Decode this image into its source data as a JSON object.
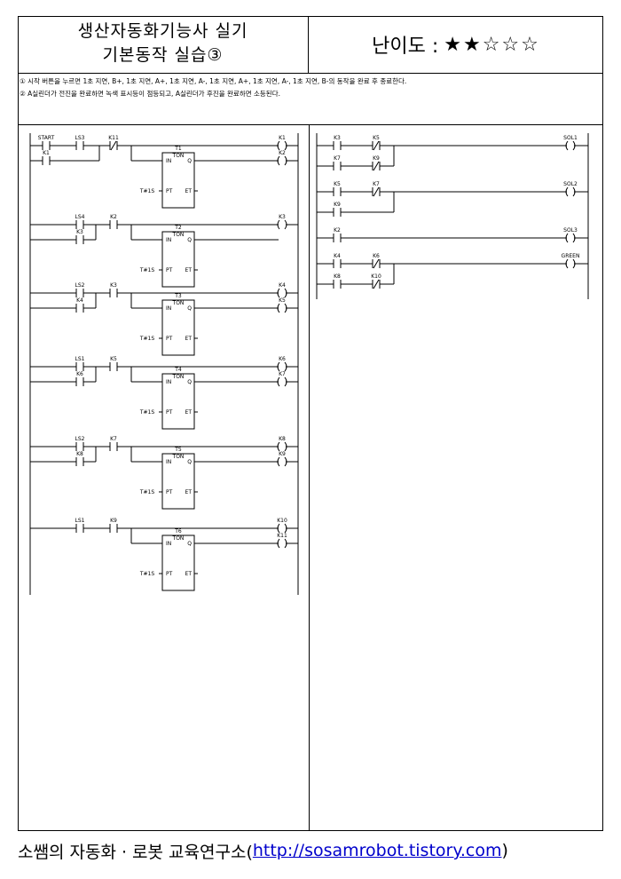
{
  "header": {
    "title_line1": "생산자동화기능사 실기",
    "title_line2": "기본동작 실습③",
    "difficulty_label": "난이도 :",
    "difficulty_stars": "★★☆☆☆"
  },
  "description": {
    "line1": "① 시작 버튼을 누르면 1초 지연, B+, 1초 지연, A+, 1초 지연, A-, 1초 지연, A+, 1초 지연, A-, 1초 지연, B-의 동작을 완료 후 종료한다.",
    "line2": "② A실린더가 전진을 완료하면 녹색 표시등이 점등되고, A실린더가 후진을 완료하면 소등된다."
  },
  "footer": {
    "org": "소쌤의 자동화 · 로봇 교육연구소(",
    "url": "http://sosamrobot.tistory.com",
    "close": ")"
  },
  "left_ladder": {
    "timer_in": "IN",
    "timer_q": "Q",
    "timer_pt": "PT",
    "timer_et": "ET",
    "timer_type": "TON",
    "preset": "T#1S",
    "rungs": [
      {
        "c1": "START",
        "c2": "LS3",
        "c3": "K11",
        "c3nc": true,
        "latch": "K1",
        "timer": "T1",
        "out1": "K1",
        "out2": "K2"
      },
      {
        "c1": "",
        "c2": "LS4",
        "c3": "K2",
        "c3nc": false,
        "latch": "K3",
        "timer": "T2",
        "out1": "K3",
        "out2": ""
      },
      {
        "c1": "",
        "c2": "LS2",
        "c3": "K3",
        "c3nc": false,
        "latch": "K4",
        "timer": "T3",
        "out1": "K4",
        "out2": "K5"
      },
      {
        "c1": "",
        "c2": "LS1",
        "c3": "K5",
        "c3nc": false,
        "latch": "K6",
        "timer": "T4",
        "out1": "K6",
        "out2": "K7"
      },
      {
        "c1": "",
        "c2": "LS2",
        "c3": "K7",
        "c3nc": false,
        "latch": "K8",
        "timer": "T5",
        "out1": "K8",
        "out2": "K9"
      },
      {
        "c1": "",
        "c2": "LS1",
        "c3": "K9",
        "c3nc": false,
        "latch": "",
        "timer": "T6",
        "out1": "K10",
        "out2": "K11"
      }
    ]
  },
  "right_ladder": {
    "rungs": [
      {
        "a": "K3",
        "b": "K5",
        "bnc": true,
        "pa": "K7",
        "pb": "K9",
        "pbnc": true,
        "coil": "SOL1"
      },
      {
        "a": "K5",
        "b": "K7",
        "bnc": true,
        "pa": "K9",
        "pb": "",
        "pbnc": false,
        "coil": "SOL2"
      },
      {
        "a": "K2",
        "b": "",
        "bnc": false,
        "pa": "",
        "pb": "",
        "pbnc": false,
        "coil": "SOL3"
      },
      {
        "a": "K4",
        "b": "K6",
        "bnc": true,
        "pa": "K8",
        "pb": "K10",
        "pbnc": true,
        "coil": "GREEN"
      }
    ]
  }
}
